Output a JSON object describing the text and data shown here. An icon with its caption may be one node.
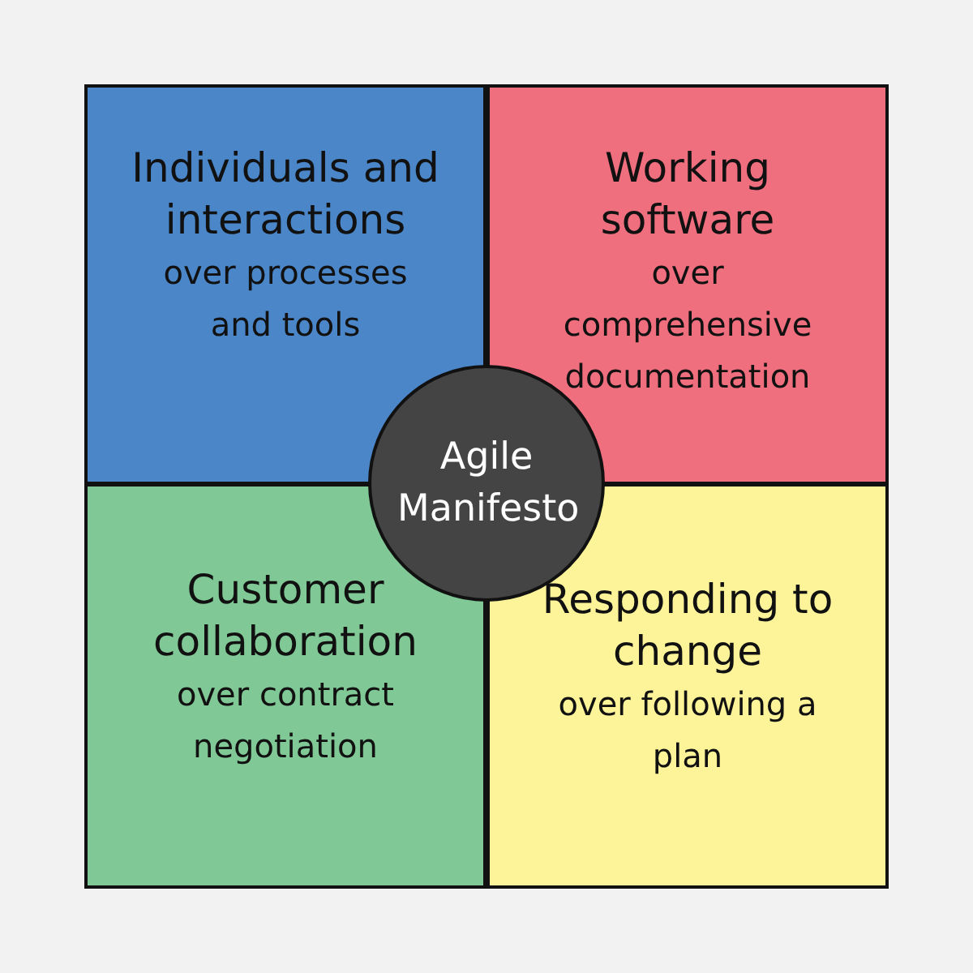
{
  "diagram": {
    "nodes": [
      {
        "text": [
          "Individuals and interactions",
          "over processes and tools"
        ]
      },
      {
        "text": [
          "Working software",
          "over comprehensive documentation"
        ]
      },
      {
        "text": [
          "Customer collaboration",
          "over contract negotiation"
        ]
      },
      {
        "text": [
          "Responding to change",
          "over following a plan"
        ]
      },
      {
        "text": [
          "Agile Manifesto"
        ]
      }
    ],
    "edges": []
  }
}
